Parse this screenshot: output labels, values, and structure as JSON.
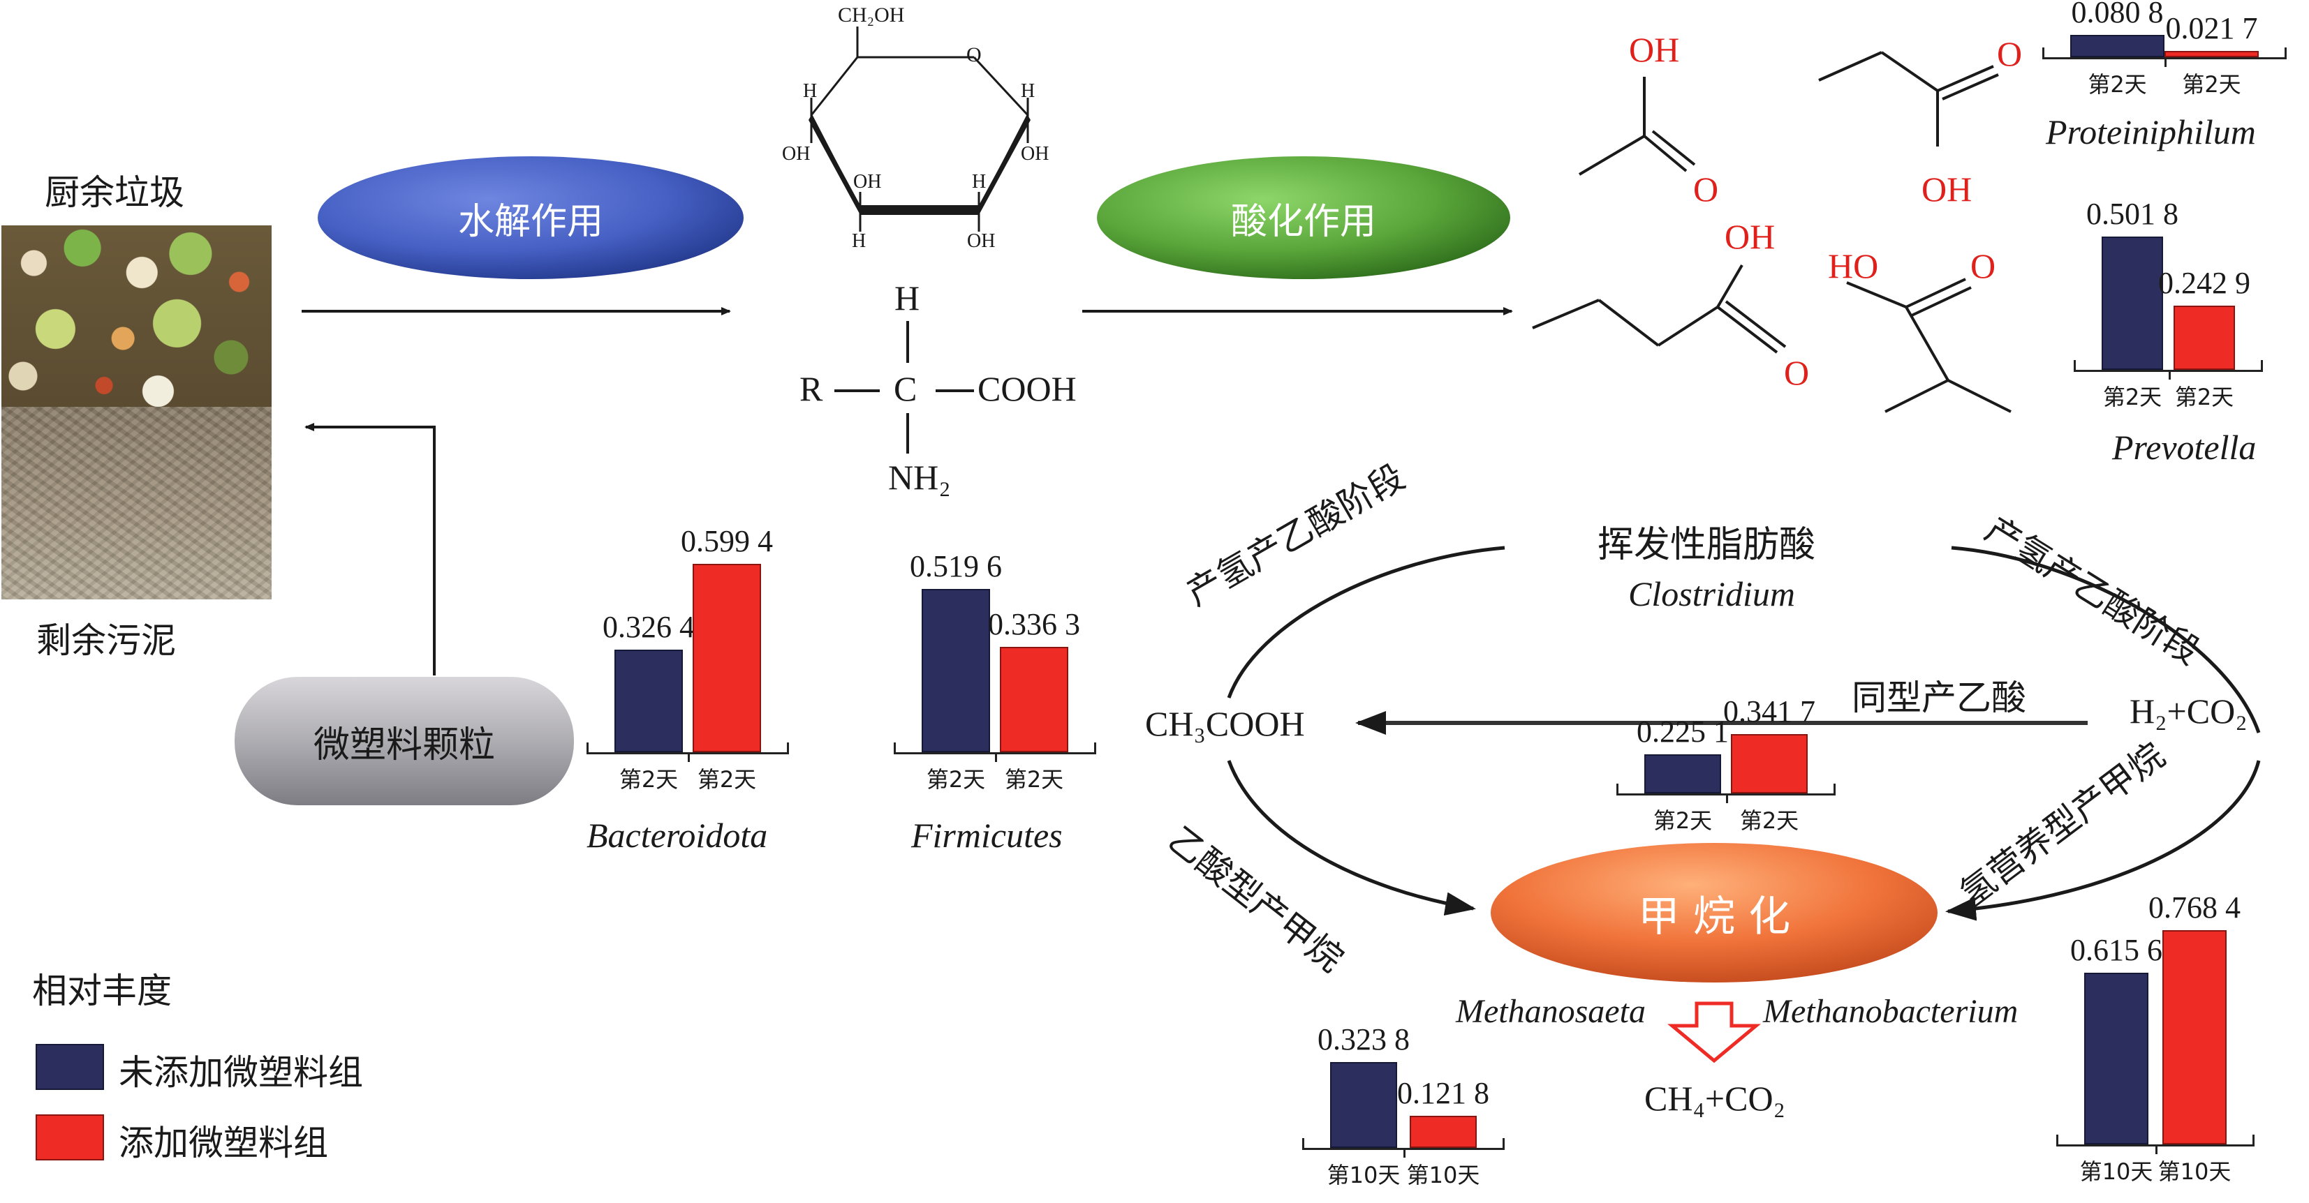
{
  "left": {
    "kitchen_waste": "厨余垃圾",
    "sludge": "剩余污泥",
    "microplastic": "微塑料颗粒"
  },
  "stages": {
    "hydrolysis": "水解作用",
    "acidification": "酸化作用",
    "methanation": "甲 烷 化"
  },
  "molecules": {
    "glucose_ch2oh": "CH₂OH",
    "glucose_o": "O",
    "glucose_h": "H",
    "glucose_oh": "OH",
    "amino_h": "H",
    "amino_r": "R",
    "amino_c": "C",
    "amino_cooh": "COOH",
    "amino_nh2": "NH₂",
    "acid_oh": "OH",
    "acid_o": "O",
    "acid_ho": "HO"
  },
  "pathways": {
    "vfa": "挥发性脂肪酸",
    "clostridium": "Clostridium",
    "h2_acetate_left": "产氢产乙酸阶段",
    "h2_acetate_right": "产氢产乙酸阶段",
    "homoacetogen": "同型产乙酸",
    "acetic": "CH₃COOH",
    "h2co2": "H₂+CO₂",
    "aceticlastic": "乙酸型产甲烷",
    "hydrogenotrophic": "氢营养型产甲烷",
    "methanosaeta": "Methanosaeta",
    "methanobacterium": "Methanobacterium",
    "products": "CH₄+CO₂"
  },
  "legend": {
    "title": "相对丰度",
    "control": "未添加微塑料组",
    "treated": "添加微塑料组",
    "colors": {
      "control": "#2c2f5d",
      "treated": "#ee2c25"
    }
  },
  "chart_data": [
    {
      "type": "bar",
      "name": "Proteiniphilum",
      "categories": [
        "第2天",
        "第2天"
      ],
      "values": [
        0.0808,
        0.0217
      ],
      "labels": [
        "0.080 8",
        "0.021 7"
      ]
    },
    {
      "type": "bar",
      "name": "Prevotella",
      "categories": [
        "第2天",
        "第2天"
      ],
      "values": [
        0.5018,
        0.2429
      ],
      "labels": [
        "0.501 8",
        "0.242 9"
      ]
    },
    {
      "type": "bar",
      "name": "Bacteroidota",
      "categories": [
        "第2天",
        "第2天"
      ],
      "values": [
        0.3264,
        0.5994
      ],
      "labels": [
        "0.326 4",
        "0.599 4"
      ]
    },
    {
      "type": "bar",
      "name": "Firmicutes",
      "categories": [
        "第2天",
        "第2天"
      ],
      "values": [
        0.5196,
        0.3363
      ],
      "labels": [
        "0.519 6",
        "0.336 3"
      ]
    },
    {
      "type": "bar",
      "name": "Clostridium",
      "categories": [
        "第2天",
        "第2天"
      ],
      "values": [
        0.2251,
        0.3417
      ],
      "labels": [
        "0.225 1",
        "0.341 7"
      ]
    },
    {
      "type": "bar",
      "name": "Methanosaeta",
      "categories": [
        "第10天",
        "第10天"
      ],
      "values": [
        0.3238,
        0.1218
      ],
      "labels": [
        "0.323 8",
        "0.121 8"
      ]
    },
    {
      "type": "bar",
      "name": "Methanobacterium",
      "categories": [
        "第10天",
        "第10天"
      ],
      "values": [
        0.6156,
        0.7684
      ],
      "labels": [
        "0.615 6",
        "0.768 4"
      ]
    }
  ]
}
